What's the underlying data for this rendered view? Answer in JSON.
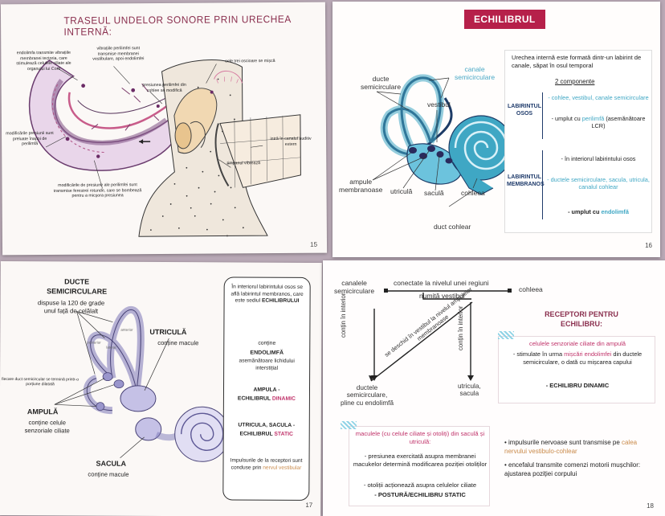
{
  "p15": {
    "title": "TRASEUL UNDELOR SONORE PRIN URECHEA INTERNĂ:",
    "notes": {
      "n1": "endolimfa transmite vibrațiile membranei tectoria, care stimulează celulele ciliate ale organului lui Corti",
      "n2": "vibrațiile perilimfei sunt transmise membranei vestibulare, apoi endolimfei",
      "n3": "cele trei oscioare se mișcă",
      "n4": "presiunea perilimfei din cohlee se modifică",
      "n5": "modificările presiunii sunt preluate înapoi de perilimfă",
      "n6": "intră în canalul auditiv extern",
      "n7": "timpanul vibrează",
      "n8": "modificările de presiune ale perilimfei sunt transmise ferestrei rotunde, care se bombează pentru a micșora presiunea"
    },
    "page_number": "15"
  },
  "p16": {
    "badge": "ECHILIBRUL",
    "labels": {
      "ducte": "ducte\nsemicirculare",
      "canale": "canale\nsemicirculare",
      "vestibul": "vestibul",
      "ampule": "ampule\nmembranoase",
      "utricula": "utriculă",
      "sacula": "saculă",
      "cohleea": "cohleea",
      "duct": "duct cohlear"
    },
    "intro": "Urechea internă este formată dintr-un labirint de canale, săpat în osul temporal",
    "components": "2 componente",
    "osos": {
      "title": "LABIRINTUL OSOS",
      "l1": "- cohlee, vestibul, canale semicirculare",
      "l2a": "- umplut cu ",
      "l2b": "perilimfă",
      "l2c": " (asemănătoare LCR)"
    },
    "membranos": {
      "title": "LABIRINTUL MEMBRANOS",
      "l1": "- în interiorul labirintului osos",
      "l2": "- ductele semicirculare, sacula, utricula, canalul cohlear",
      "l3a": "- umplut cu ",
      "l3b": "endolimfă"
    },
    "page_number": "16"
  },
  "p17": {
    "ducte_title": "DUCTE\nSEMICIRCULARE",
    "ducte_desc": "dispuse la 120 de grade\nunul față de celălalt",
    "tiny_labels": {
      "anterior": "anterior",
      "posterior": "posterior",
      "lateral": "lateral"
    },
    "fiecare": "fiecare duct semicircular se termină printr-o porțiune dilatată",
    "ampula_title": "AMPULĂ",
    "ampula_desc": "conține celule\nsenzoriale ciliate",
    "utricula_title": "UTRICULĂ",
    "utricula_desc": "conține macule",
    "sacula_title": "SACULA",
    "sacula_desc": "conține macule",
    "side": {
      "s1": "În interiorul labirintului osos se află labirintul membranos, care este sediul ",
      "s1b": "ECHILIBRULUI",
      "s2": "conține",
      "s3": "ENDOLIMFĂ",
      "s4": "asemănătoare lichidului interstițial",
      "s5": "AMPULA -",
      "s6": "ECHILIBRUL ",
      "s6b": "DINAMIC",
      "s7": "UTRICULA, SACULA -",
      "s8": "ECHILIBRUL ",
      "s8b": "STATIC",
      "s9": "Impulsurile de la receptori sunt conduse prin ",
      "s9b": "nervul vestibular"
    },
    "page_number": "17"
  },
  "p18": {
    "canalele": "canalele\nsemicirculare",
    "conectate": "conectate la nivelul unei regiuni",
    "numita": "numită vestibul",
    "cohleea": "cohleea",
    "contin1": "conțin în interior",
    "deschid": "se deschid în vestibul la nivelul ampulelor membranoase",
    "contin2": "conțin în interior",
    "ducte": "ductele\nsemicirculare,\npline cu endolimfă",
    "utricula": "utricula,\nsacula",
    "receptori": "RECEPTORI PENTRU\nECHILIBRU:",
    "r1": "celulele senzoriale ciliate din ampulă",
    "r2a": "- stimulate în urma ",
    "r2b": "mișcări endolimfei",
    "r2c": " din ductele semicirculare, o dată cu mișcarea capului",
    "r3": "- ECHILIBRU DINAMIC",
    "m1": "maculele (cu celule ciliate și otoliți) din saculă și utriculă:",
    "m2": "- presiunea exercitată asupra membranei macukelor determină modificarea poziției otoliților",
    "m3": "- otoliții acționează asupra celulelor ciliate",
    "m4": "- POSTURĂ/ECHILIBRU STATIC",
    "b1a": "impulsurile nervoase sunt transmise pe ",
    "b1b": "calea nervului vestibulo-cohlear",
    "b2": "encefalul transmite comenzi motorii mușchilor: ajustarea poziției corpului",
    "page_number": "18"
  },
  "colors": {
    "badge": "#b6204a",
    "title": "#8a2f4e",
    "cyan": "#3fa7c4",
    "tan": "#c98a4a",
    "pink": "#c0336a",
    "navy": "#1f3b6b"
  }
}
